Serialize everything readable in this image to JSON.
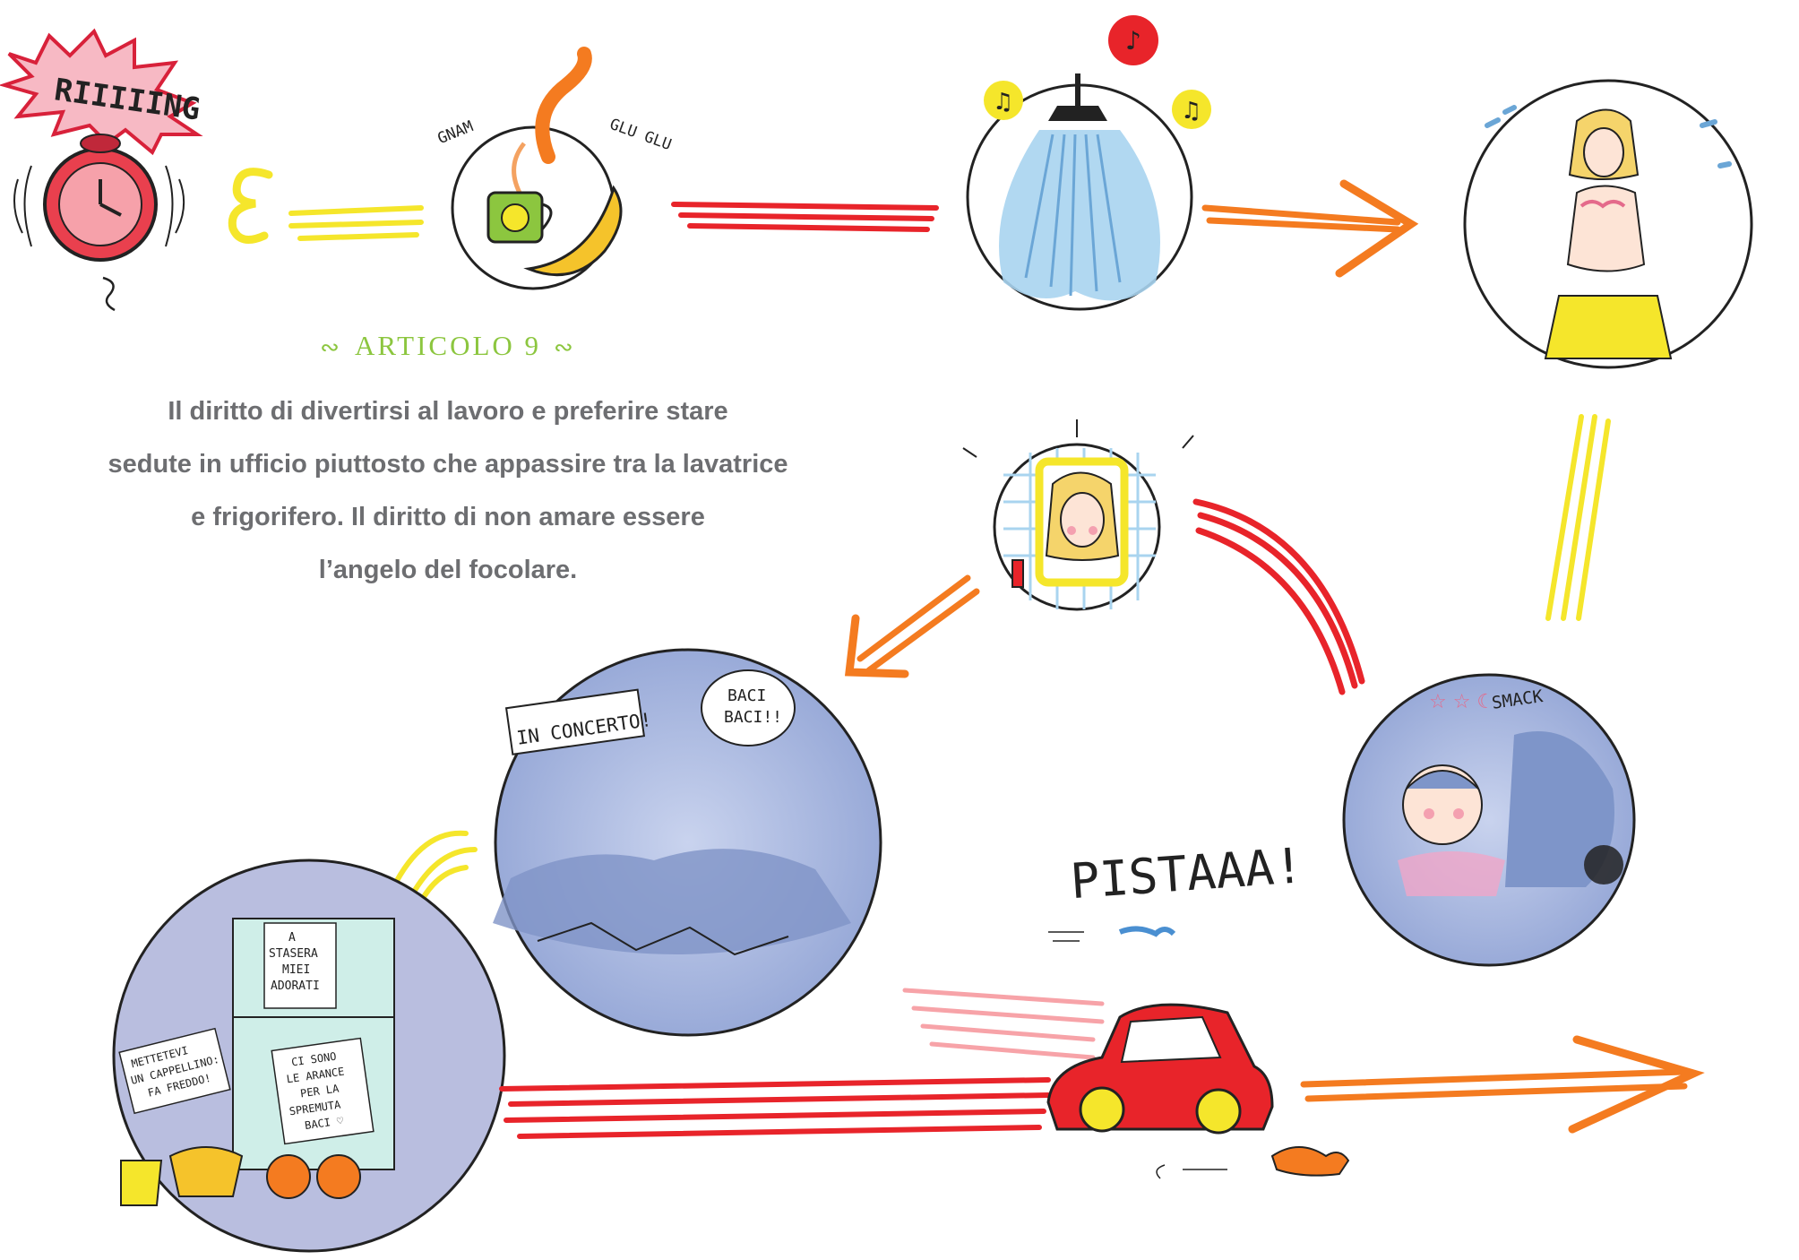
{
  "sfx": {
    "ring": "RIIIIING",
    "eat": "GNAM",
    "drink": "GLU GLU",
    "kiss": "SMACK",
    "car": "PISTAAA!"
  },
  "speech": {
    "kisses_line1": "BACI",
    "kisses_line2": "BACI!!"
  },
  "signs": {
    "concert": "IN CONCERTO!"
  },
  "notes": {
    "tonight": [
      "A",
      "STASERA",
      "MIEI",
      "ADORATI"
    ],
    "hat": [
      "METTETEVI",
      "UN CAPPELLINO:",
      "FA FREDDO!"
    ],
    "oranges": [
      "CI SONO",
      "LE ARANCE",
      "PER LA",
      "SPREMUTA",
      "BACI ♡"
    ]
  },
  "article": {
    "title": "ARTICOLO 9",
    "lines": [
      "Il diritto di divertirsi al lavoro e preferire stare",
      "sedute in ufficio piuttosto che appassire tra la lavatrice",
      "e frigorifero. Il diritto di non amare essere",
      "l’angelo del focolare."
    ]
  },
  "colors": {
    "title_green": "#8cc63f",
    "body_gray": "#6d6e71",
    "arrow_red": "#e8242a",
    "arrow_orange": "#f47b20",
    "arrow_yellow": "#f5e62b",
    "wash_blue": "#a8b8dd"
  }
}
